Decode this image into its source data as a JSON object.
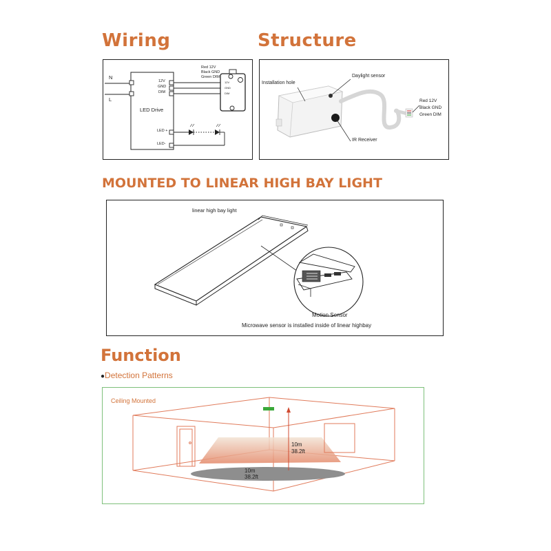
{
  "headings": {
    "wiring": "Wiring",
    "structure": "Structure",
    "mounted": "MOUNTED TO LINEAR HIGH BAY LIGHT",
    "function": "Function"
  },
  "wiring": {
    "n_label": "N",
    "l_label": "L",
    "driver_label": "LED Drive",
    "term_12v": "12V",
    "term_gnd": "GND",
    "term_dim": "DIM",
    "led_plus": "LED +",
    "led_minus": "LED-",
    "wire_red": "Red 12V",
    "wire_black": "Black GND",
    "wire_green": "Green DIM",
    "sensor_12v": "12V",
    "sensor_gnd": "GND",
    "sensor_dim": "DIM"
  },
  "structure": {
    "installation_hole": "Installation hole",
    "daylight_sensor": "Daylight sensor",
    "ir_receiver": "IR Receiver",
    "wire_red": "Red 12V",
    "wire_black": "Black GND",
    "wire_green": "Green DIM"
  },
  "mounted": {
    "light_label": "linear high bay light",
    "sensor_label": "Motion Sensor",
    "note": "Microwave sensor is installed inside of linear highbay"
  },
  "function": {
    "detection_patterns": "Detection Patterns",
    "ceiling_mounted": "Ceiling Mounted",
    "height_m": "10m",
    "height_ft": "38.2ft",
    "range_m": "10m",
    "range_ft": "38.2ft"
  },
  "colors": {
    "heading": "#d2733a",
    "room_lines": "#e07a5a",
    "frame_green": "#7dc07a",
    "sensor_green": "#3aa83a"
  }
}
